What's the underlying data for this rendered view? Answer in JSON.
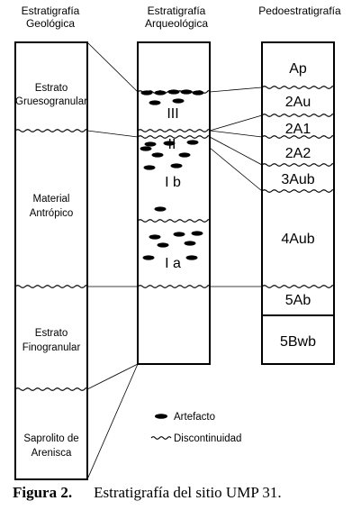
{
  "headers": {
    "geologica": [
      "Estratigrafía",
      "Geológica"
    ],
    "arqueologica": [
      "Estratigrafía",
      "Arqueológica"
    ],
    "pedo": "Pedoestratigrafía"
  },
  "geo_strata": [
    [
      "Estrato",
      "Gruesogranular"
    ],
    [
      "Material",
      "Antrópico"
    ],
    [
      "Estrato",
      "Finogranular"
    ],
    [
      "Saprolito de",
      "Arenisca"
    ]
  ],
  "arch_units": [
    "III",
    "II",
    "I b",
    "I a"
  ],
  "pedo_horizons": [
    "Ap",
    "2Au",
    "2A1",
    "2A2",
    "3Aub",
    "4Aub",
    "5Ab",
    "5Bwb"
  ],
  "legend": {
    "artifact_label": "Artefacto",
    "discontinuity_label": "Discontinuidad"
  },
  "caption": {
    "label": "Figura 2.",
    "text": "Estratigrafía del sitio UMP 31."
  }
}
